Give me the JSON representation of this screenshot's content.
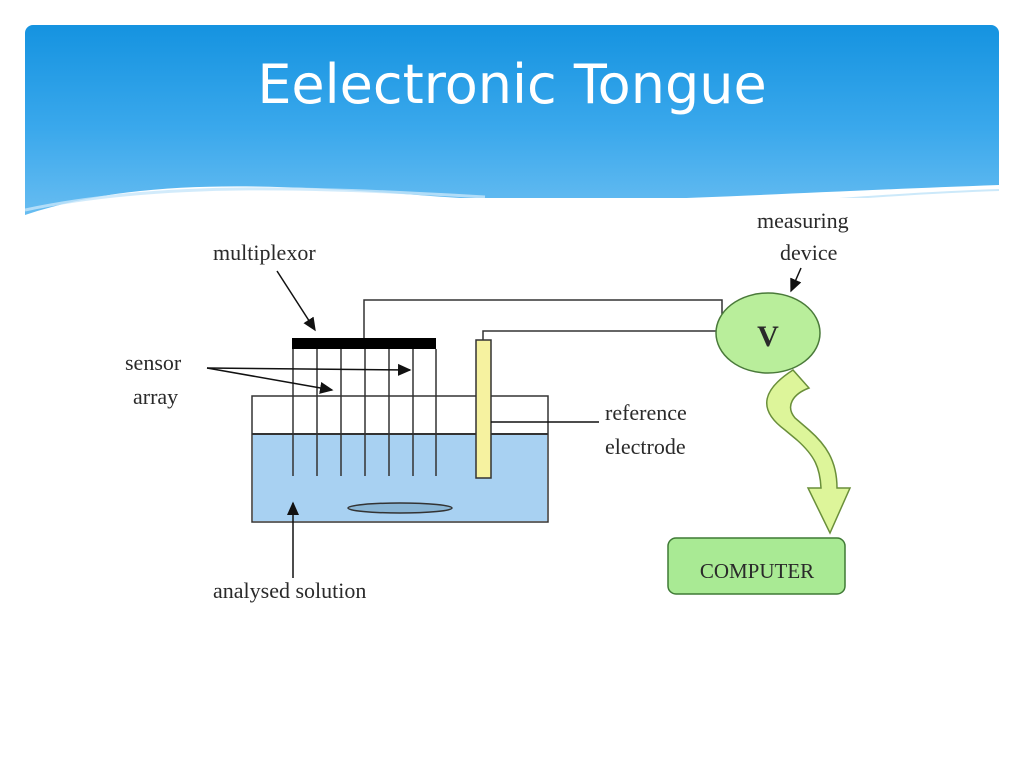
{
  "slide": {
    "title": "Eelectronic Tongue"
  },
  "diagram": {
    "labels": {
      "multiplexor": "multiplexor",
      "sensor_line1": "sensor",
      "sensor_line2": "array",
      "measuring_line1": "measuring",
      "measuring_line2": "device",
      "voltmeter": "V",
      "reference_line1": "reference",
      "reference_line2": "electrode",
      "computer": "COMPUTER",
      "solution": "analysed solution"
    },
    "colors": {
      "liquid": "#a8d1f2",
      "voltmeter": "#b9ee9b",
      "computer": "#a9ea94",
      "arrow": "#ddf59a",
      "electrode": "#f6f2a0",
      "header_top": "#1593e0",
      "header_bottom": "#7cc6f3"
    }
  }
}
